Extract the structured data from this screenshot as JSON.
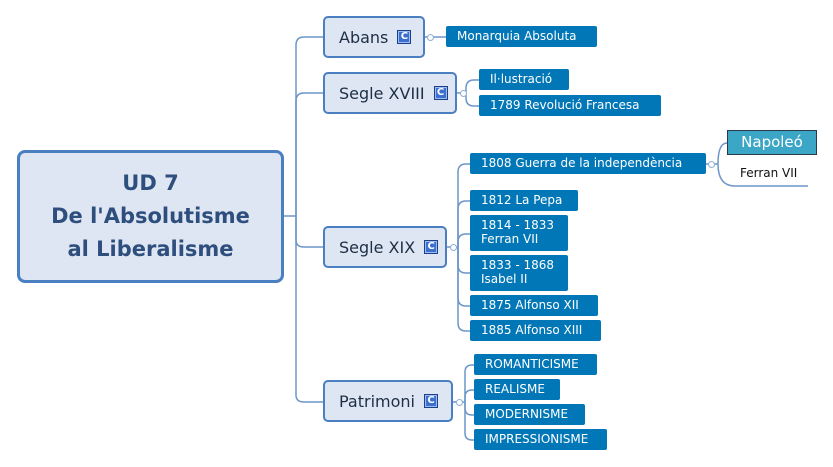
{
  "root": {
    "line1": "UD 7",
    "line2": "De l'Absolutisme",
    "line3": "al Liberalisme"
  },
  "topics": [
    {
      "label": "Abans",
      "badge": "C",
      "subtopics": [
        "Monarquia Absoluta"
      ]
    },
    {
      "label": "Segle XVIII",
      "badge": "C",
      "subtopics": [
        "Il·lustració",
        "1789 Revolució Francesa"
      ]
    },
    {
      "label": "Segle XIX",
      "badge": "C",
      "subtopics": [
        "1808 Guerra de la independència",
        "1812 La Pepa",
        "1814 - 1833\nFerran VII",
        "1833 - 1868\nIsabel II",
        "1875 Alfonso XII",
        "1885 Alfonso XIII"
      ]
    },
    {
      "label": "Patrimoni",
      "badge": "C",
      "subtopics": [
        "ROMANTICISME",
        "REALISME",
        "MODERNISME",
        "IMPRESSIONISME"
      ]
    }
  ],
  "branch_1808": {
    "child1": "Napoleó",
    "child2": "Ferran VII"
  },
  "colors": {
    "topic_border": "#4a7fc1",
    "topic_fill": "#dde6f2",
    "subtopic_fill": "#0277b8",
    "napoleo_fill": "#3ba6c6",
    "line": "#6d96c8"
  }
}
